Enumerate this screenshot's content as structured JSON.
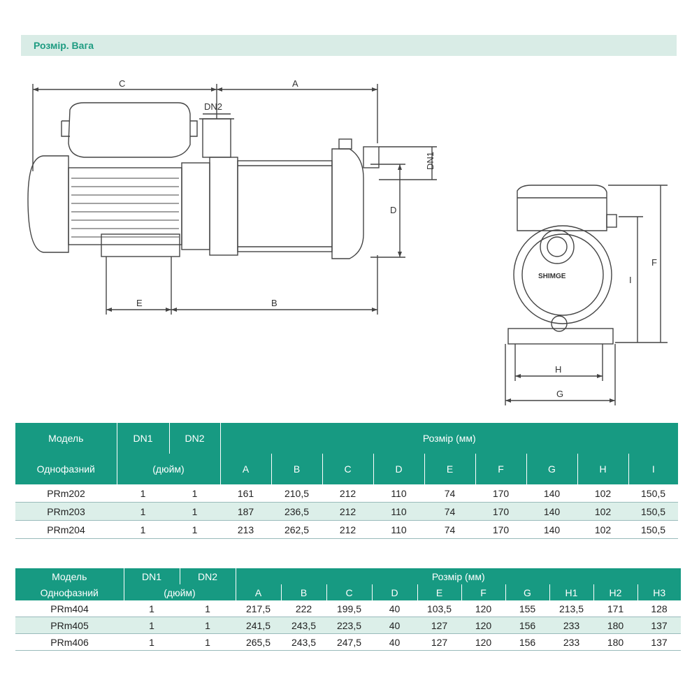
{
  "section": {
    "title": "Розмір. Вага"
  },
  "drawing": {
    "labels": {
      "a": "A",
      "b": "B",
      "c": "C",
      "d": "D",
      "e": "E",
      "dn1": "DN1",
      "dn2": "DN2",
      "f": "F",
      "g": "G",
      "h": "H",
      "i": "I"
    },
    "brand": "SHIMGE"
  },
  "table1": {
    "header1": {
      "model": "Модель",
      "dn1": "DN1",
      "dn2": "DN2",
      "size": "Розмір (мм)"
    },
    "header2": {
      "single_phase": "Однофазний",
      "inch": "(дюйм)",
      "cols": [
        "A",
        "B",
        "C",
        "D",
        "E",
        "F",
        "G",
        "H",
        "I"
      ]
    },
    "rows": [
      [
        "PRm202",
        "1",
        "1",
        "161",
        "210,5",
        "212",
        "110",
        "74",
        "170",
        "140",
        "102",
        "150,5"
      ],
      [
        "PRm203",
        "1",
        "1",
        "187",
        "236,5",
        "212",
        "110",
        "74",
        "170",
        "140",
        "102",
        "150,5"
      ],
      [
        "PRm204",
        "1",
        "1",
        "213",
        "262,5",
        "212",
        "110",
        "74",
        "170",
        "140",
        "102",
        "150,5"
      ]
    ]
  },
  "table2": {
    "header1": {
      "model": "Модель",
      "dn1": "DN1",
      "dn2": "DN2",
      "size": "Розмір (мм)"
    },
    "header2": {
      "single_phase": "Однофазний",
      "inch": "(дюйм)",
      "cols": [
        "A",
        "B",
        "C",
        "D",
        "E",
        "F",
        "G",
        "H1",
        "H2",
        "H3"
      ]
    },
    "rows": [
      [
        "PRm404",
        "1",
        "1",
        "217,5",
        "222",
        "199,5",
        "40",
        "103,5",
        "120",
        "155",
        "213,5",
        "171",
        "128"
      ],
      [
        "PRm405",
        "1",
        "1",
        "241,5",
        "243,5",
        "223,5",
        "40",
        "127",
        "120",
        "156",
        "233",
        "180",
        "137"
      ],
      [
        "PRm406",
        "1",
        "1",
        "265,5",
        "243,5",
        "247,5",
        "40",
        "127",
        "120",
        "156",
        "233",
        "180",
        "137"
      ]
    ]
  }
}
